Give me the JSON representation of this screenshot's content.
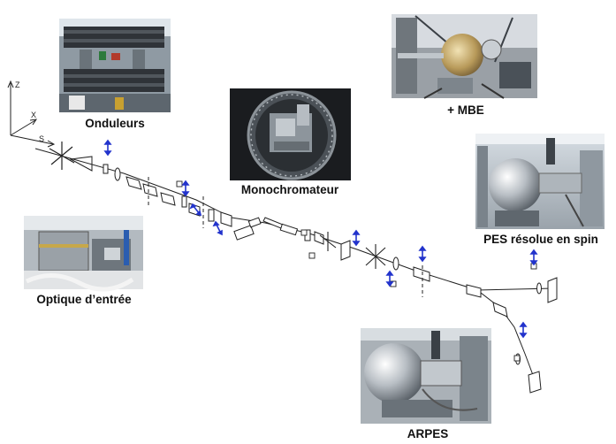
{
  "axes": {
    "z": "Z",
    "x": "X",
    "s": "S"
  },
  "stations": [
    {
      "key": "onduleurs",
      "label": "Onduleurs",
      "icon": "undulator-photo"
    },
    {
      "key": "mbe",
      "label": "+ MBE",
      "icon": "mbe-chamber-photo"
    },
    {
      "key": "monochromateur",
      "label": "Monochromateur",
      "icon": "monochromator-photo"
    },
    {
      "key": "pes",
      "label": "PES résolue en spin",
      "icon": "spin-pes-photo"
    },
    {
      "key": "optique",
      "label": "Optique d’entrée",
      "icon": "entrance-optics-photo"
    },
    {
      "key": "arpes",
      "label": "ARPES",
      "icon": "arpes-chamber-photo"
    }
  ],
  "colors": {
    "beamline": "#222222",
    "arrow_accent": "#2233cc",
    "label": "#111111",
    "photo_dark": "#3a3f45",
    "photo_light": "#c9ced3"
  }
}
